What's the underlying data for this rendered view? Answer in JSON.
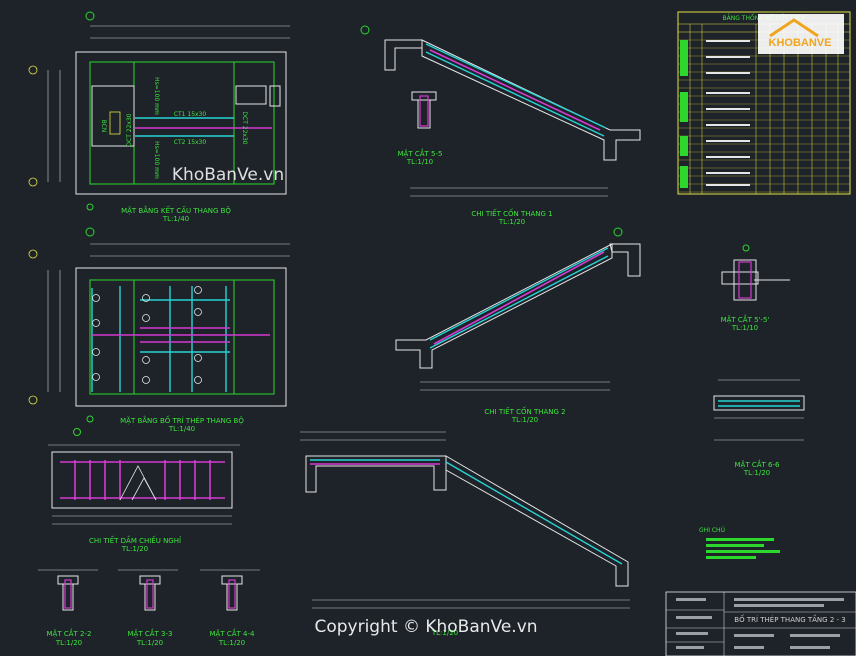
{
  "drawing": {
    "plan_structure": {
      "title": "MẶT BẰNG KẾT CẤU THANG BỘ",
      "scale": "TL:1/40",
      "labels": [
        "CT1 15x30",
        "CT2 15x30",
        "DCT 22x30",
        "DCT 22x30",
        "BCN",
        "Hs=100 mm",
        "Hs=100 mm"
      ]
    },
    "plan_rebar": {
      "title": "MẶT BẰNG BỐ TRÍ THÉP THANG BỘ",
      "scale": "TL:1/40"
    },
    "flight1": {
      "title": "CHI TIẾT CỐN THANG 1",
      "scale": "TL:1/20"
    },
    "section55": {
      "title": "MẶT CẮT 5-5",
      "scale": "TL:1/10"
    },
    "flight2": {
      "title": "CHI TIẾT CỐN THANG 2",
      "scale": "TL:1/20"
    },
    "section55b": {
      "title": "MẶT CẮT 5'-5'",
      "scale": "TL:1/10"
    },
    "section66": {
      "title": "MẶT CẮT 6-6",
      "scale": "TL:1/20"
    },
    "landing_beam": {
      "title": "CHI TIẾT DẦM CHIẾU NGHỈ",
      "scale": "TL:1/20"
    },
    "section22": {
      "title": "MẶT CẮT 2-2",
      "scale": "TL:1/20"
    },
    "section33": {
      "title": "MẶT CẮT 3-3",
      "scale": "TL:1/20"
    },
    "section44": {
      "title": "MẶT CẮT 4-4",
      "scale": "TL:1/20"
    },
    "bottom_scale": "TL:1/20",
    "notes_title": "GHI CHÚ",
    "rebar_table_title": "BẢNG THỐNG KÊ CỐT THÉP",
    "title_block": "BỐ TRÍ THÉP THANG TẦNG 2 - 3"
  },
  "watermark": {
    "center": "KhoBanVe.vn",
    "bottom": "Copyright © KhoBanVe.vn",
    "logo": "KHOBANVE"
  },
  "colors": {
    "background": "#1e2329",
    "text_green": "#3ce63c",
    "rebar_cyan": "#27d3d3",
    "rebar_magenta": "#d33bd3"
  }
}
